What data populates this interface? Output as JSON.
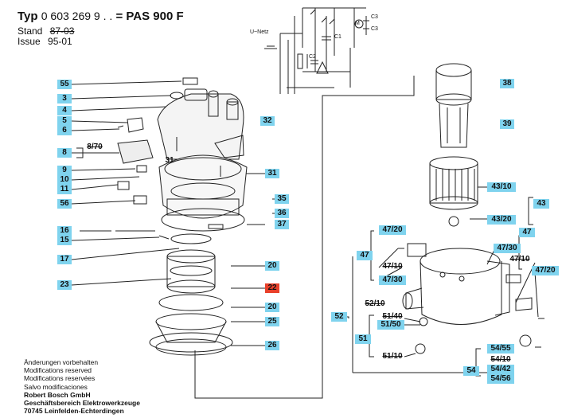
{
  "header": {
    "typ_label": "Typ",
    "typ_number": "0 603 269 9 . .",
    "equals": "=",
    "model": "PAS 900 F",
    "stand_label": "Stand",
    "stand_value": "87-03",
    "issue_label": "Issue",
    "issue_value": "95-01"
  },
  "circuit": {
    "mains_label": "U~Netz",
    "motor_label": "M",
    "c3_top": "C3",
    "c3_bottom": "C3",
    "c1": "C1",
    "c2": "C2"
  },
  "labels": [
    {
      "id": "l55",
      "text": "55"
    },
    {
      "id": "l3",
      "text": "3"
    },
    {
      "id": "l4",
      "text": "4"
    },
    {
      "id": "l5",
      "text": "5"
    },
    {
      "id": "l6",
      "text": "6"
    },
    {
      "id": "l8",
      "text": "8"
    },
    {
      "id": "l9",
      "text": "9"
    },
    {
      "id": "l10",
      "text": "10"
    },
    {
      "id": "l11",
      "text": "11"
    },
    {
      "id": "l56",
      "text": "56"
    },
    {
      "id": "l16",
      "text": "16"
    },
    {
      "id": "l15",
      "text": "15"
    },
    {
      "id": "l17",
      "text": "17"
    },
    {
      "id": "l23",
      "text": "23"
    },
    {
      "id": "l32",
      "text": "32"
    },
    {
      "id": "l31",
      "text": "31"
    },
    {
      "id": "l35",
      "text": "35"
    },
    {
      "id": "l36",
      "text": "36"
    },
    {
      "id": "l37",
      "text": "37"
    },
    {
      "id": "l20a",
      "text": "20"
    },
    {
      "id": "l22",
      "text": "22"
    },
    {
      "id": "l20b",
      "text": "20"
    },
    {
      "id": "l25",
      "text": "25"
    },
    {
      "id": "l26",
      "text": "26"
    },
    {
      "id": "l38",
      "text": "38"
    },
    {
      "id": "l39",
      "text": "39"
    },
    {
      "id": "l4310",
      "text": "43/10"
    },
    {
      "id": "l43",
      "text": "43"
    },
    {
      "id": "l4320",
      "text": "43/20"
    },
    {
      "id": "l4720a",
      "text": "47/20"
    },
    {
      "id": "l47a",
      "text": "47"
    },
    {
      "id": "l4730a",
      "text": "47/30"
    },
    {
      "id": "l4730b",
      "text": "47/30"
    },
    {
      "id": "l47b",
      "text": "47"
    },
    {
      "id": "l4720b",
      "text": "47/20"
    },
    {
      "id": "l52",
      "text": "52"
    },
    {
      "id": "l5150",
      "text": "51/50"
    },
    {
      "id": "l51",
      "text": "51"
    },
    {
      "id": "l5455",
      "text": "54/55"
    },
    {
      "id": "l54",
      "text": "54"
    },
    {
      "id": "l5442",
      "text": "54/42"
    },
    {
      "id": "l5456",
      "text": "54/56"
    }
  ],
  "plain_labels": [
    {
      "id": "p870",
      "text": "8/70"
    },
    {
      "id": "p31",
      "text": "31"
    },
    {
      "id": "p4710a",
      "text": "47/10"
    },
    {
      "id": "p4710b",
      "text": "47/10"
    },
    {
      "id": "p5210",
      "text": "52/10"
    },
    {
      "id": "p5140",
      "text": "51/40"
    },
    {
      "id": "p5110",
      "text": "51/10"
    },
    {
      "id": "p5410",
      "text": "54/10"
    }
  ],
  "footer": {
    "lines": [
      "Änderungen vorbehalten",
      "Modifications reserved",
      "Modifications reservées",
      "Salvo modificaciones"
    ],
    "company_lines": [
      "Robert Bosch GmbH",
      "Geschäftsbereich Elektrowerkzeuge",
      "70745 Leinfelden-Echterdingen"
    ]
  },
  "colors": {
    "label_bg": "#7fd3ee",
    "highlight_bg": "#e8402a",
    "line": "#222222"
  }
}
